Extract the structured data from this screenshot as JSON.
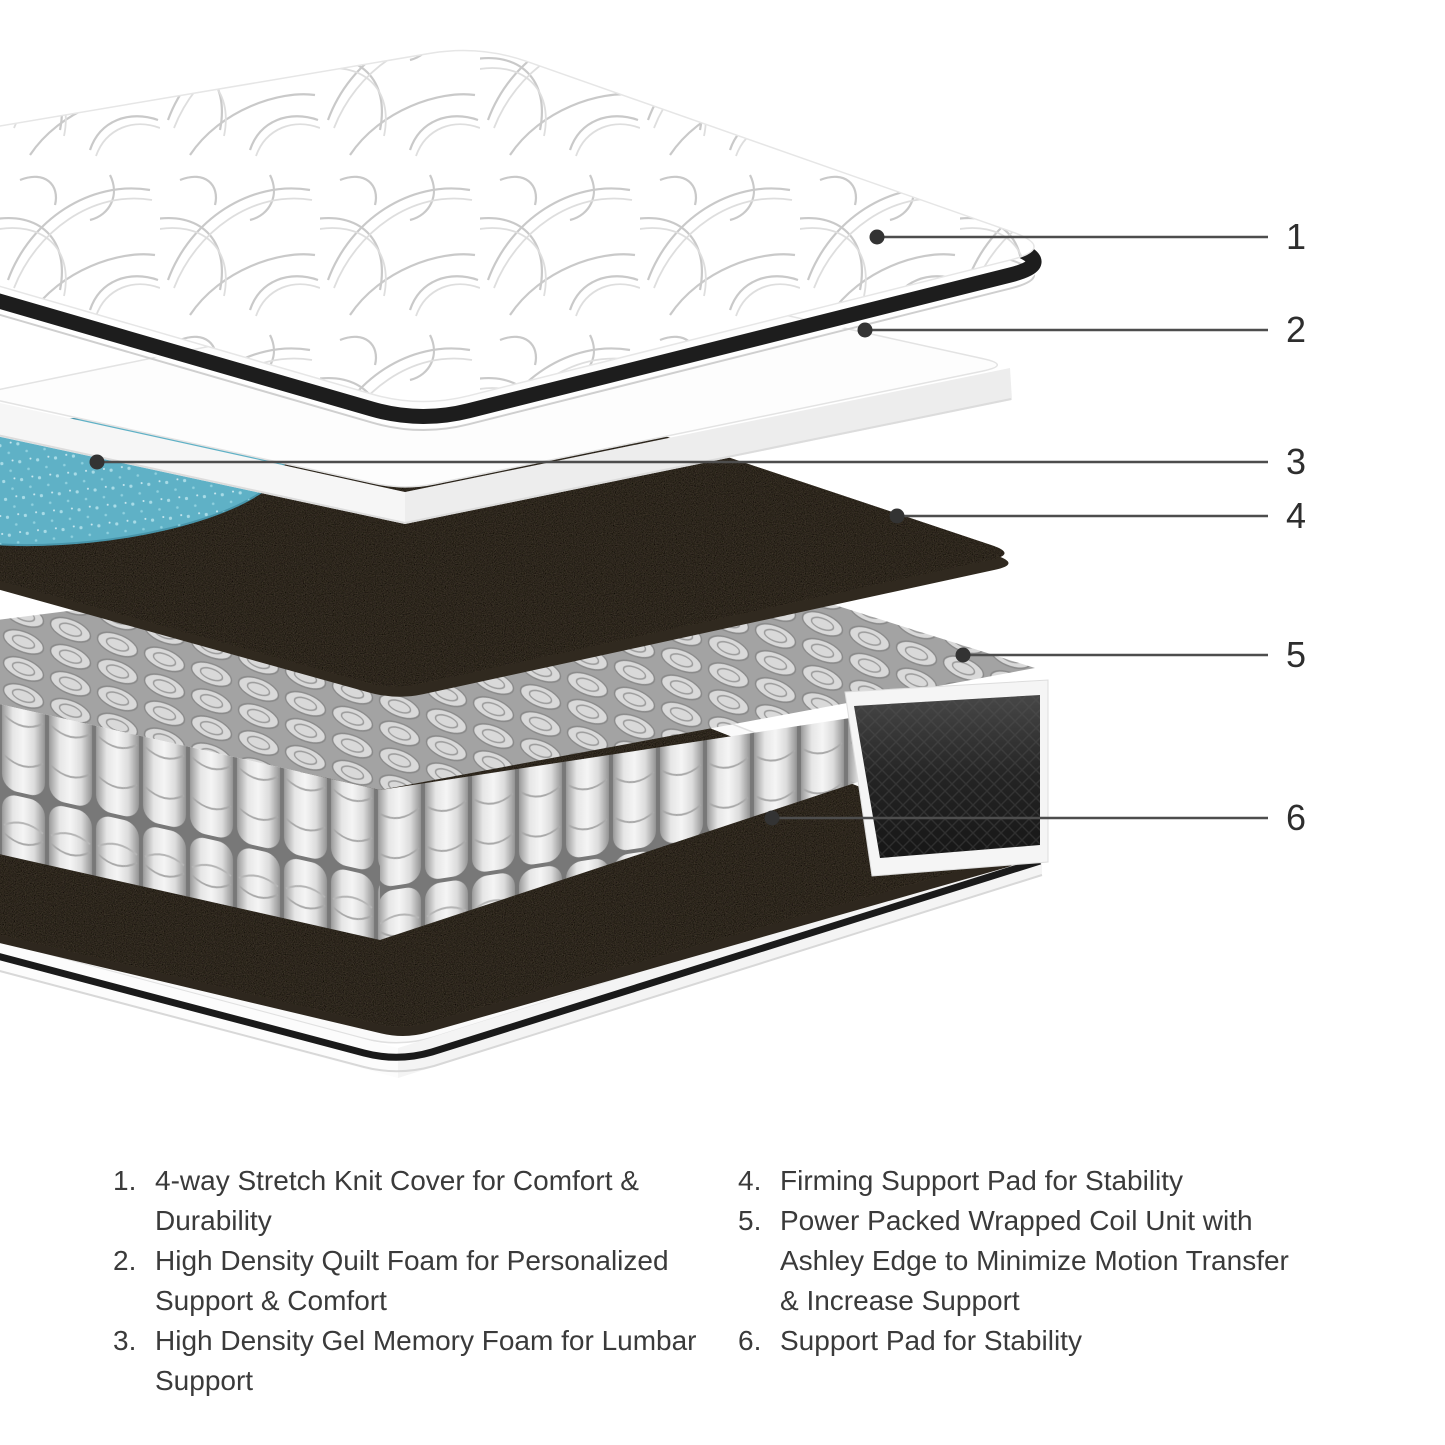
{
  "figure": {
    "callouts": [
      {
        "num": "1"
      },
      {
        "num": "2"
      },
      {
        "num": "3"
      },
      {
        "num": "4"
      },
      {
        "num": "5"
      },
      {
        "num": "6"
      }
    ]
  },
  "legend": {
    "columns": {
      "left": [
        {
          "num": "1.",
          "text": "4-way Stretch Knit Cover for Comfort & Durability"
        },
        {
          "num": "2.",
          "text": "High Density Quilt Foam for Personalized Support & Comfort"
        },
        {
          "num": "3.",
          "text": "High Density Gel Memory Foam for Lumbar Support"
        }
      ],
      "right": [
        {
          "num": "4.",
          "text": "Firming Support Pad for Stability"
        },
        {
          "num": "5.",
          "text": "Power Packed Wrapped Coil Unit with Ashley Edge to Minimize Motion Transfer & Increase Support"
        },
        {
          "num": "6.",
          "text": "Support Pad for Stability"
        }
      ]
    }
  },
  "colors": {
    "background": "#ffffff",
    "callout_line": "#4d4d4d",
    "legend_text": "#3a3a3a",
    "gel_memory_foam": "#5fb1c6",
    "support_pad": "#52483a",
    "coil_fabric": "#cfcfcf",
    "edge_fabric": "#232323",
    "cover_quilt_line": "#c9c9c9"
  },
  "layers": [
    {
      "id": 1,
      "name": "stretch-knit-cover"
    },
    {
      "id": 2,
      "name": "quilt-foam"
    },
    {
      "id": 3,
      "name": "gel-memory-foam"
    },
    {
      "id": 4,
      "name": "firming-support-pad"
    },
    {
      "id": 5,
      "name": "wrapped-coil-unit"
    },
    {
      "id": 6,
      "name": "support-pad"
    }
  ]
}
